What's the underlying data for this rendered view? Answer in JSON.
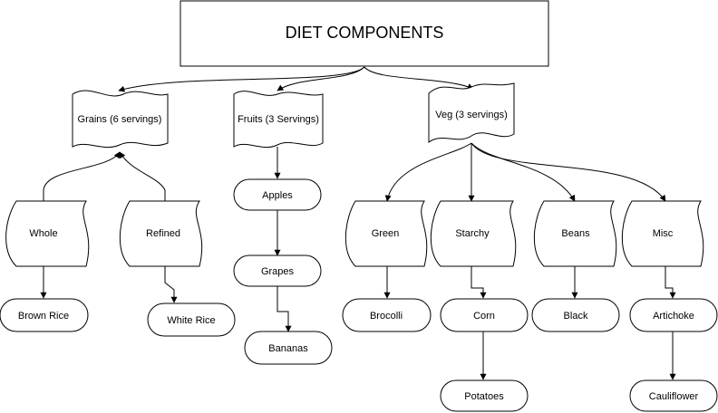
{
  "title": "DIET COMPONENTS",
  "groups": {
    "grains": "Grains (6 servings)",
    "fruits": "Fruits (3 Servings)",
    "veg": "Veg (3 servings)"
  },
  "subgroups": {
    "whole": "Whole",
    "refined": "Refined",
    "green": "Green",
    "starchy": "Starchy",
    "beans": "Beans",
    "misc": "Misc"
  },
  "foods": {
    "apples": "Apples",
    "grapes": "Grapes",
    "bananas": "Bananas",
    "brown_rice": "Brown Rice",
    "white_rice": "White Rice",
    "brocolli": "Brocolli",
    "corn": "Corn",
    "potatoes": "Potatoes",
    "black": "Black",
    "artichoke": "Artichoke",
    "cauliflower": "Cauliflower"
  }
}
